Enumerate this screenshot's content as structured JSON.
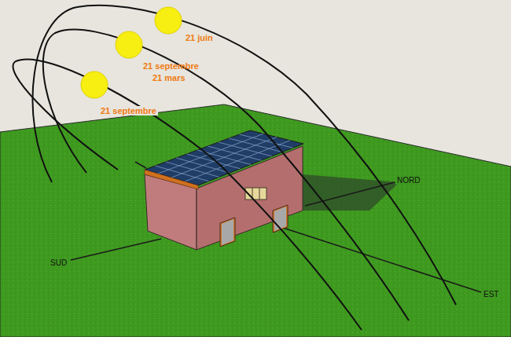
{
  "diagram": {
    "labels": [
      "21 juin",
      "21 septembre",
      "21 mars",
      "21 septembre",
      "NORD",
      "SUD",
      "EST"
    ]
  }
}
